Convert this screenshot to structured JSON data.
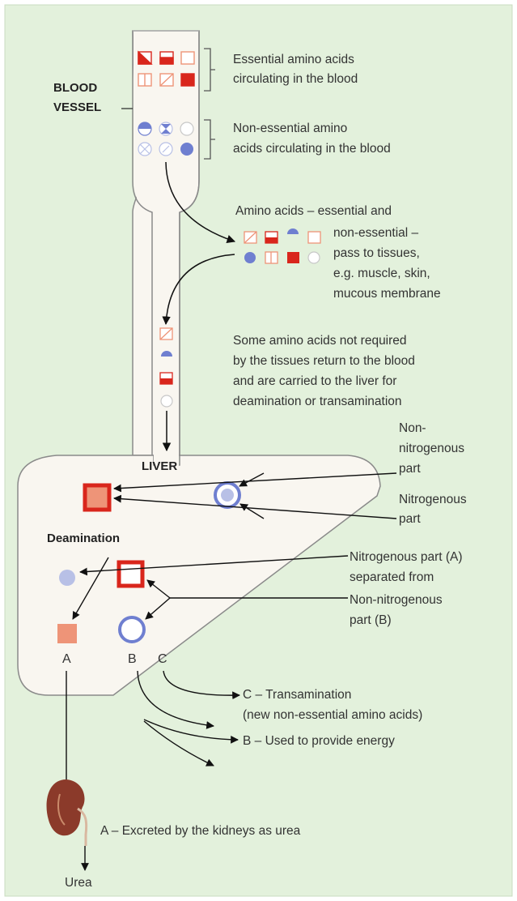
{
  "labels": {
    "blood_vessel_1": "BLOOD",
    "blood_vessel_2": "VESSEL",
    "essential_1": "Essential amino acids",
    "essential_2": "circulating in the blood",
    "nonessential_1": "Non-essential amino",
    "nonessential_2": "acids circulating in the blood",
    "tissues_1": "Amino acids – essential and",
    "tissues_2": "non-essential –",
    "tissues_3": "pass to tissues,",
    "tissues_4": "e.g. muscle, skin,",
    "tissues_5": "mucous membrane",
    "return_1": "Some amino acids not required",
    "return_2": "by the tissues return to the blood",
    "return_3": "and are carried to the liver for",
    "return_4": "deamination or transamination",
    "liver": "LIVER",
    "nonnitro_1": "Non-",
    "nonnitro_2": "nitrogenous",
    "nonnitro_3": "part",
    "nitro_1": "Nitrogenous",
    "nitro_2": "part",
    "deamination": "Deamination",
    "nitro_a_1": "Nitrogenous part (A)",
    "nitro_a_2": "separated from",
    "nonnitro_b_1": "Non-nitrogenous",
    "nonnitro_b_2": "part (B)",
    "letter_a": "A",
    "letter_b": "B",
    "letter_c": "C",
    "c_trans_1": "C – Transamination",
    "c_trans_2": "(new non-essential amino acids)",
    "b_energy": "B – Used to provide energy",
    "a_urea": "A – Excreted by the kidneys as urea",
    "urea": "Urea"
  },
  "colors": {
    "background": "#e3f1dc",
    "vessel_fill": "#f9f6f0",
    "liver_fill": "#f9f6f0",
    "essential_red": "#d9261c",
    "essential_salmon": "#ee9478",
    "nonessential_blue": "#6f7fd0",
    "nonessential_light": "#b8c0e6",
    "kidney": "#8b3a2a"
  },
  "icons": [
    "essential-amino-acid-square-icon",
    "non-essential-amino-acid-circle-icon",
    "kidney-icon"
  ]
}
